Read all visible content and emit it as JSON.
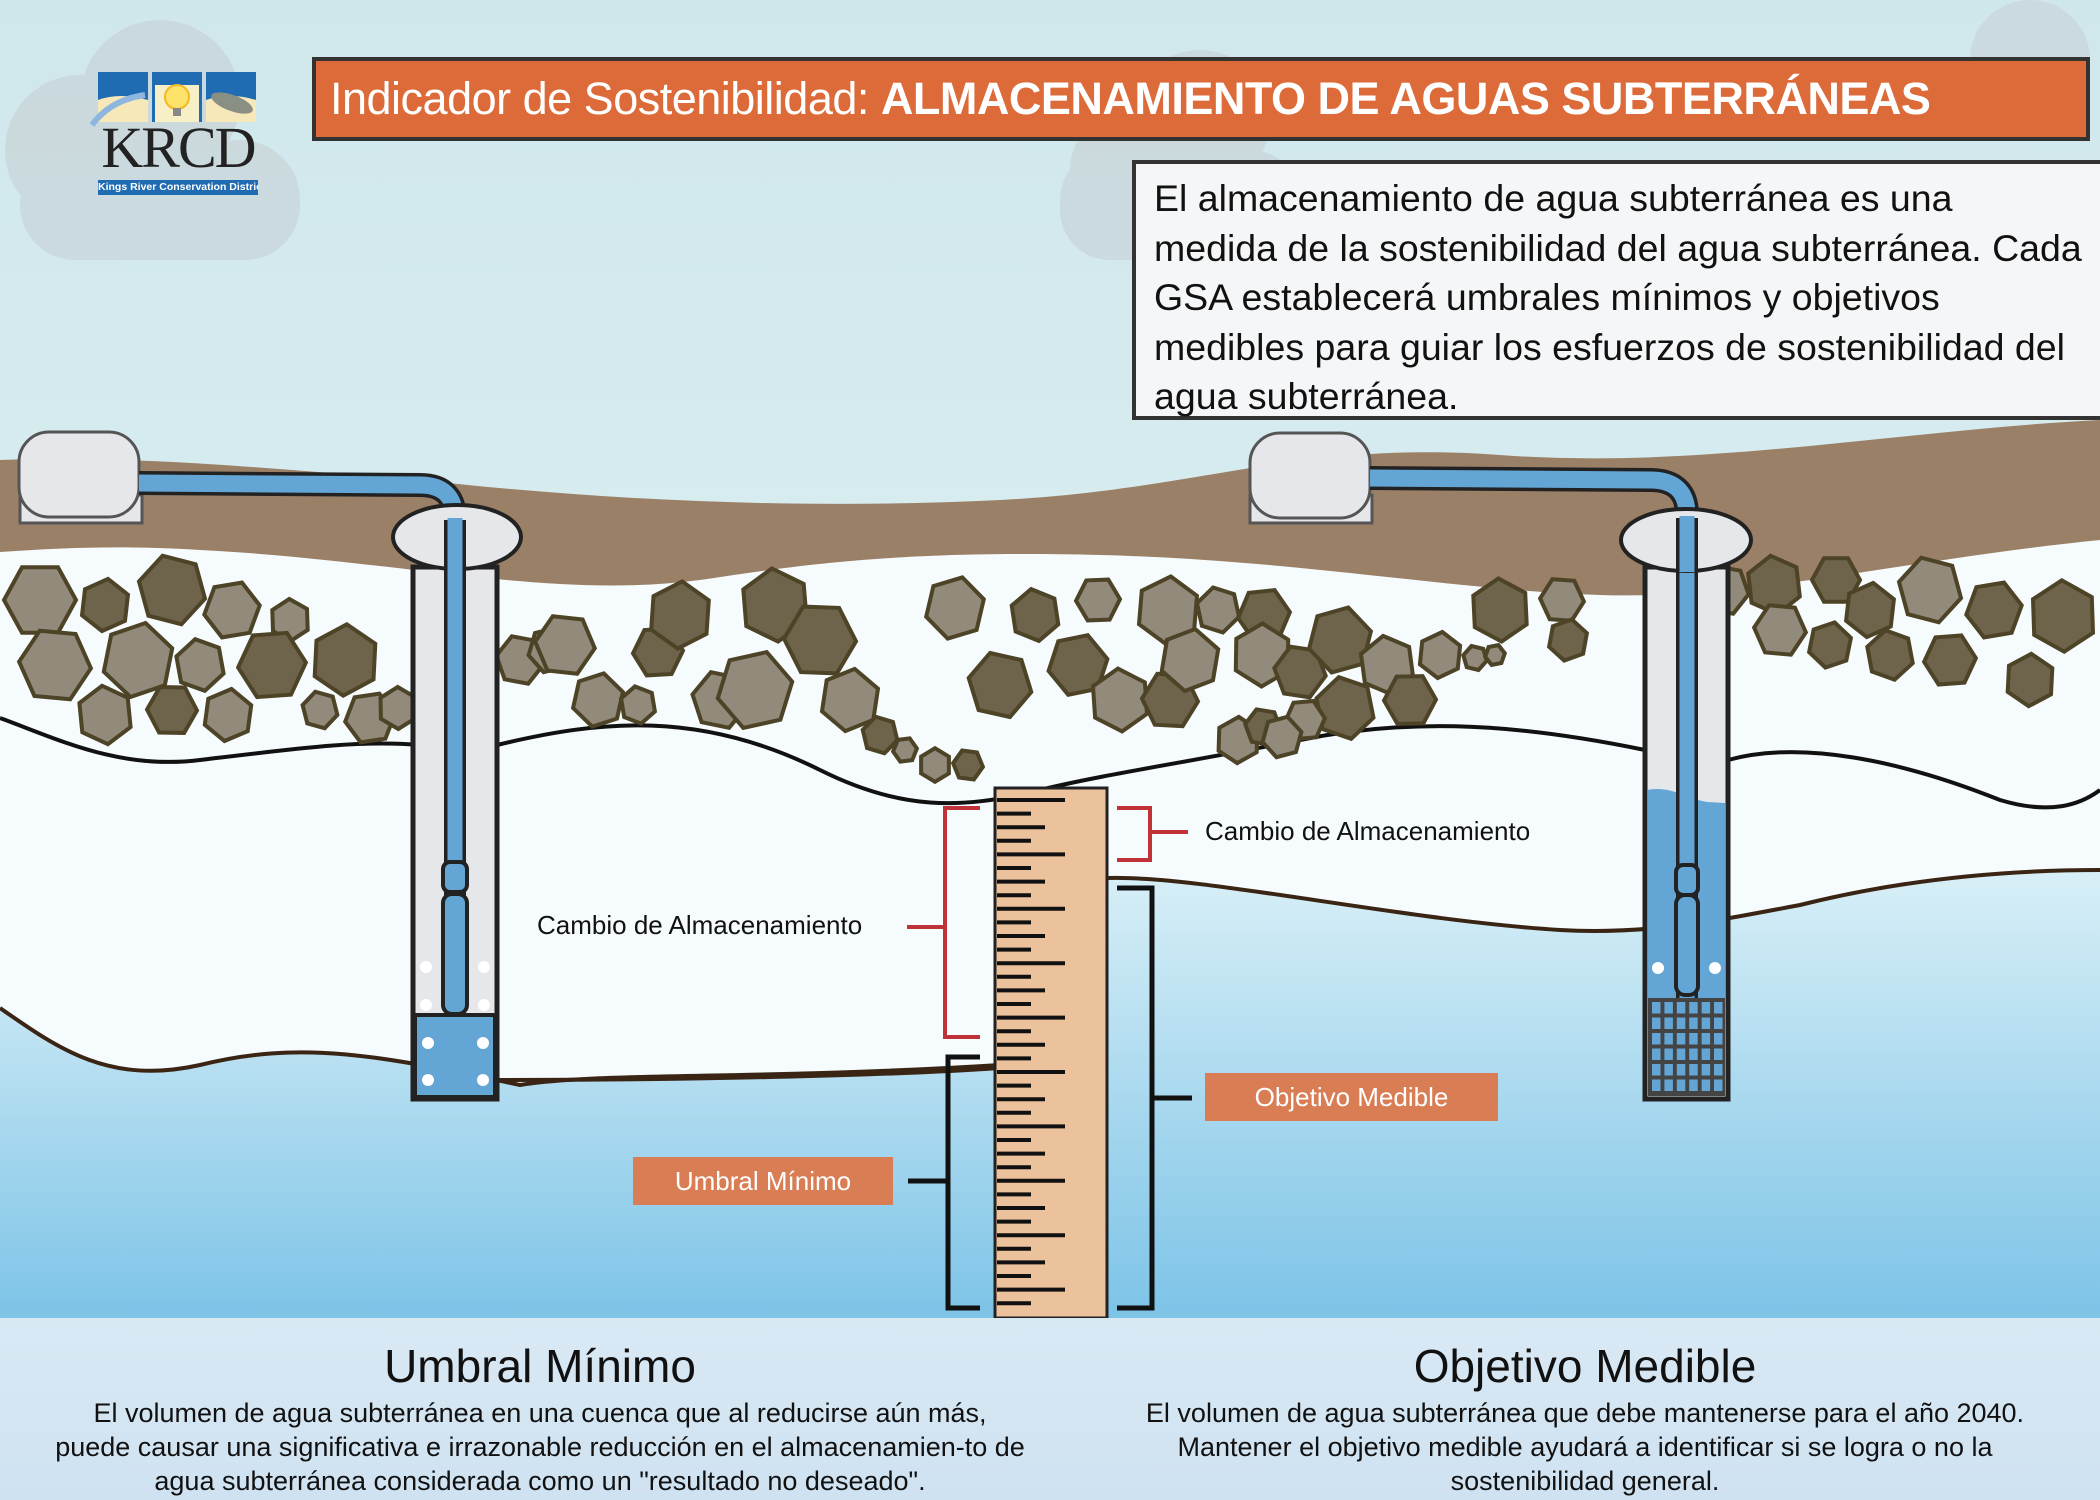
{
  "title": {
    "prefix": "Indicador de Sostenibilidad:",
    "main": "ALMACENAMIENTO DE AGUAS SUBTERRÁNEAS"
  },
  "logo": {
    "name": "KRCD",
    "subtitle": "Kings River Conservation District"
  },
  "description": "El almacenamiento de agua subterránea es una medida de la sostenibilidad del agua subterránea. Cada GSA establecerá umbrales mínimos y objetivos medibles para guiar los esfuerzos de sostenibilidad del agua subterránea.",
  "diagram": {
    "label_storage_change_left": "Cambio de Almacenamiento",
    "label_storage_change_right": "Cambio de Almacenamiento",
    "tag_minimum_threshold": "Umbral Mínimo",
    "tag_measurable_objective": "Objetivo Medible"
  },
  "bottom": {
    "left": {
      "heading": "Umbral Mínimo",
      "body": "El volumen de agua subterránea en una cuenca que al reducirse aún más, puede causar una significativa e irrazonable reducción en el almacenamien-to de agua subterránea considerada como un \"resultado no deseado\"."
    },
    "right": {
      "heading": "Objetivo Medible",
      "body": "El volumen de agua subterránea que debe mantenerse para el año 2040. Mantener el objetivo medible ayudará a identificar si se logra o no la sostenibilidad general."
    }
  },
  "colors": {
    "title_bg": "#dc6b39",
    "tag_bg": "#d97d55",
    "soil": "#9b8068",
    "rock_dark": "#6e644c",
    "rock_light": "#928a7a",
    "rock_outline": "#4d4326",
    "pipe_blue": "#63a6d6",
    "water_top": "#d6eef6",
    "water_bottom": "#7cc2e6",
    "ruler": "#ebc29b",
    "bracket_red": "#c0323a"
  }
}
